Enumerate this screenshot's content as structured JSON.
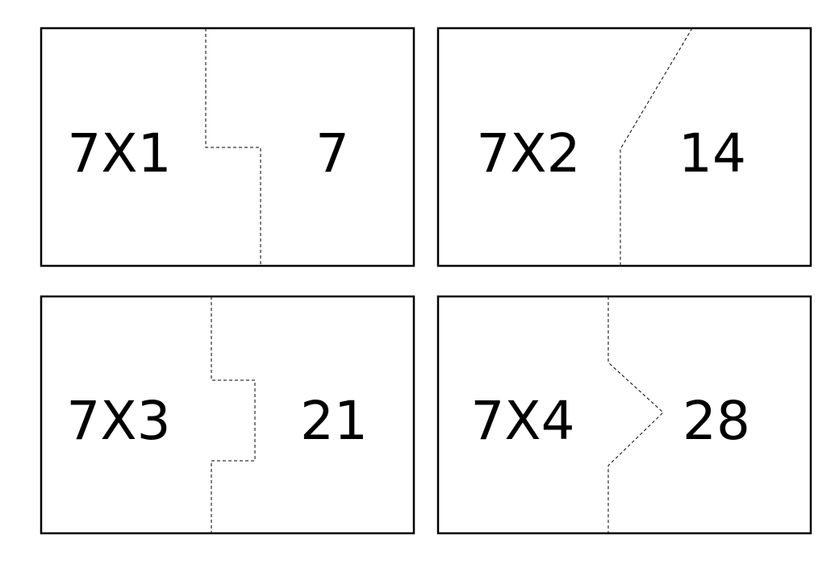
{
  "cards": [
    {
      "question": "7X1",
      "answer": "7"
    },
    {
      "question": "7X2",
      "answer": "14"
    },
    {
      "question": "7X3",
      "answer": "21"
    },
    {
      "question": "7X4",
      "answer": "28"
    }
  ]
}
